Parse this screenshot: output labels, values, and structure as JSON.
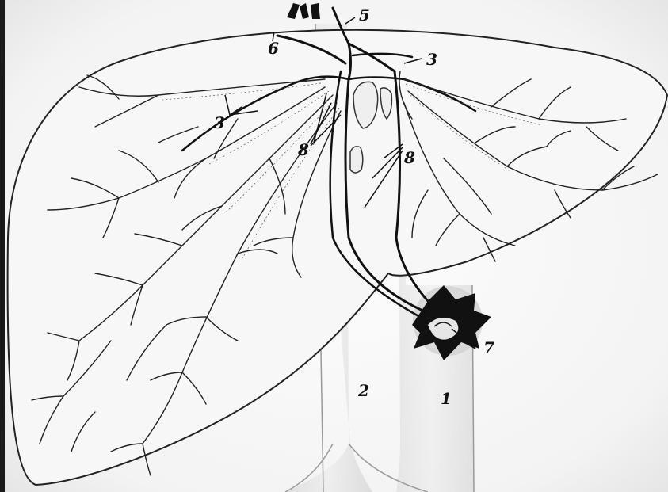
{
  "labels": {
    "l1": "1",
    "l2": "2",
    "l3a": "3",
    "l3b": "3",
    "l5": "5",
    "l6": "6",
    "l7": "7",
    "l8a": "8",
    "l8b": "8"
  },
  "colors": {
    "paper": "#fbfbfb",
    "ink": "#111111",
    "shade": "#d6d6d6",
    "shade_dark": "#bdbdbd"
  }
}
